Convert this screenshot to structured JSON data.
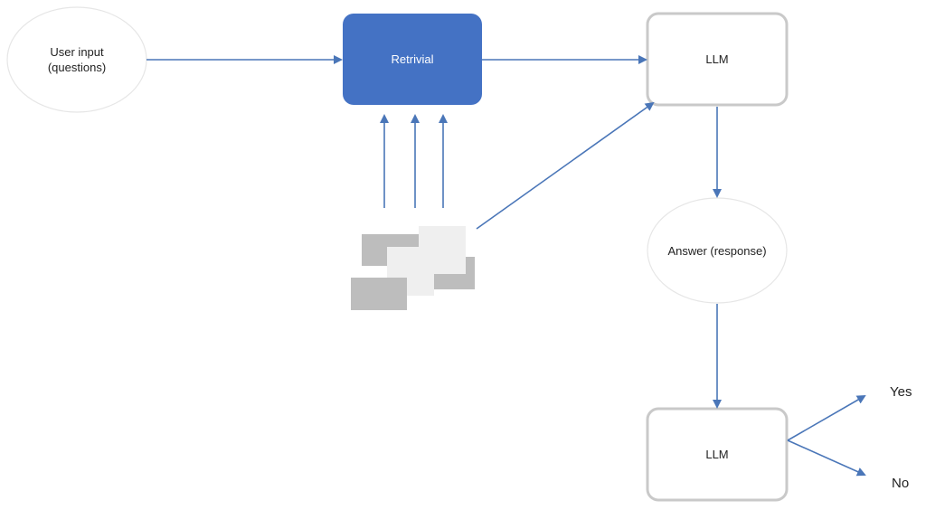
{
  "nodes": {
    "user_input": {
      "lines": [
        "User input",
        "(questions)"
      ]
    },
    "retrieval": {
      "label": "Retrivial"
    },
    "llm_top": {
      "label": "LLM"
    },
    "answer": {
      "label": "Answer (response)"
    },
    "llm_bottom": {
      "label": "LLM"
    }
  },
  "outputs": {
    "yes": "Yes",
    "no": "No"
  },
  "colors": {
    "arrow": "#4a76b8",
    "retrieval_fill": "#4472c4",
    "llm_border": "#c9c9c9",
    "ellipse_border": "#e6e6e6",
    "doc_dark": "#bdbdbd",
    "doc_light": "#efefef"
  }
}
